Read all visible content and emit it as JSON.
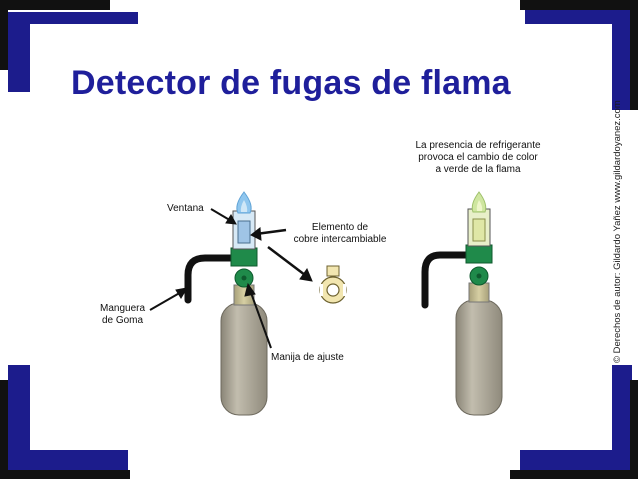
{
  "title": "Detector de fugas de flama",
  "labels": {
    "ventana": "Ventana",
    "elemento_line1": "Elemento de",
    "elemento_line2": "cobre intercambiable",
    "manguera_line1": "Manguera",
    "manguera_line2": "de Goma",
    "manija": "Manija de ajuste",
    "presencia_line1": "La presencia de refrigerante",
    "presencia_line2": "provoca el cambio de color",
    "presencia_line3": "a verde de la flama"
  },
  "copyright": "© Derechos de autor: Gildardo Yañez  www.gildardoyanez.com",
  "colors": {
    "title": "#1f1f9b",
    "frame_blue": "#1c1c8c",
    "frame_black": "#111111",
    "cylinder": "#a9a496",
    "valve_green": "#1f8a4a",
    "flame_blue": "#8fc6ee",
    "flame_green": "#cfe6a0",
    "copper_element": "#f2e6b0"
  }
}
